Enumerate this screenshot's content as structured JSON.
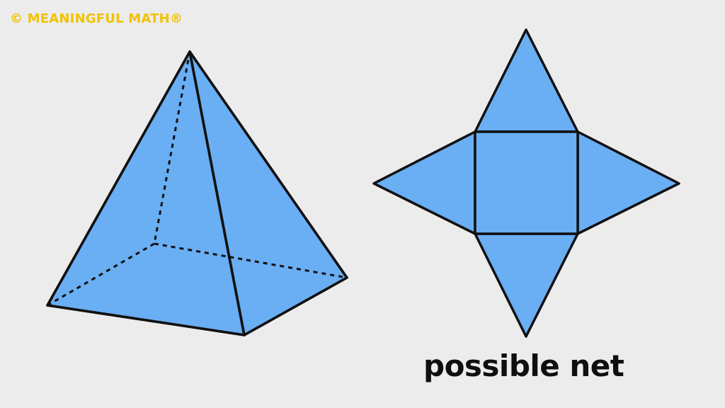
{
  "header": {
    "copyright": "© MEANINGFUL MATH®"
  },
  "net": {
    "caption": "possible net"
  },
  "colors": {
    "face": "#6aaef4",
    "edge": "#111111",
    "brand": "#f2c200",
    "background": "#ececec"
  },
  "shapes": {
    "solid": "square pyramid",
    "net": "square base with four triangular faces"
  }
}
